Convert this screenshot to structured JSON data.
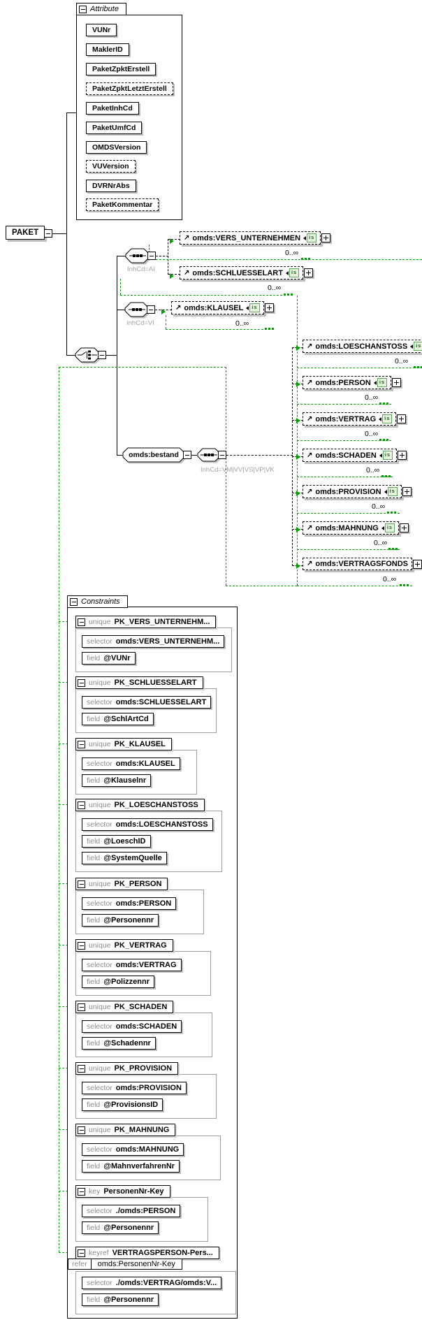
{
  "root": {
    "label": "PAKET"
  },
  "labels": {
    "selector": "selector",
    "field": "field",
    "refer": "refer"
  },
  "attributes_panel": {
    "title": "Attribute",
    "items": [
      {
        "label": "VUNr",
        "optional": false
      },
      {
        "label": "MaklerID",
        "optional": false
      },
      {
        "label": "PaketZpktErstell",
        "optional": false
      },
      {
        "label": "PaketZpktLetztErstell",
        "optional": true
      },
      {
        "label": "PaketInhCd",
        "optional": false
      },
      {
        "label": "PaketUmfCd",
        "optional": false
      },
      {
        "label": "OMDSVersion",
        "optional": false
      },
      {
        "label": "VUVersion",
        "optional": true
      },
      {
        "label": "DVRNrAbs",
        "optional": false
      },
      {
        "label": "PaketKommentar",
        "optional": true
      }
    ]
  },
  "branches": {
    "ai": {
      "label": "InhCd=AI",
      "elements": [
        {
          "name": "omds:VERS_UNTERNEHMEN",
          "badge": "is",
          "occurs": "0..∞"
        },
        {
          "name": "omds:SCHLUESSELART",
          "badge": "is",
          "occurs": "0..∞"
        }
      ]
    },
    "vi": {
      "label": "InhCd=VI",
      "elements": [
        {
          "name": "omds:KLAUSEL",
          "badge": "is",
          "occurs": "0..∞"
        }
      ]
    },
    "bestand": {
      "element": "omds:bestand",
      "label": "InhCd=VM|VV|VS|VP|VK",
      "elements": [
        {
          "name": "omds:LOESCHANSTOSS",
          "badge": "is",
          "occurs": "0..∞"
        },
        {
          "name": "omds:PERSON",
          "badge": "is",
          "occurs": "0..∞"
        },
        {
          "name": "omds:VERTRAG",
          "badge": "is",
          "occurs": "0..∞"
        },
        {
          "name": "omds:SCHADEN",
          "badge": "is",
          "occurs": "0..∞"
        },
        {
          "name": "omds:PROVISION",
          "badge": "is",
          "occurs": "0..∞"
        },
        {
          "name": "omds:MAHNUNG",
          "badge": "is",
          "occurs": "0..∞"
        },
        {
          "name": "omds:VERTRAGSFONDS",
          "badge": null,
          "occurs": "0..∞"
        }
      ]
    }
  },
  "constraints_panel": {
    "title": "Constraints",
    "items": [
      {
        "kind": "unique",
        "name": "PK_VERS_UNTERNEHM...",
        "selector": "omds:VERS_UNTERNEHM...",
        "fields": [
          "@VUNr"
        ]
      },
      {
        "kind": "unique",
        "name": "PK_SCHLUESSELART",
        "selector": "omds:SCHLUESSELART",
        "fields": [
          "@SchlArtCd"
        ]
      },
      {
        "kind": "unique",
        "name": "PK_KLAUSEL",
        "selector": "omds:KLAUSEL",
        "fields": [
          "@Klauselnr"
        ]
      },
      {
        "kind": "unique",
        "name": "PK_LOESCHANSTOSS",
        "selector": "omds:LOESCHANSTOSS",
        "fields": [
          "@LoeschID",
          "@SystemQuelle"
        ]
      },
      {
        "kind": "unique",
        "name": "PK_PERSON",
        "selector": "omds:PERSON",
        "fields": [
          "@Personennr"
        ]
      },
      {
        "kind": "unique",
        "name": "PK_VERTRAG",
        "selector": "omds:VERTRAG",
        "fields": [
          "@Polizzennr"
        ]
      },
      {
        "kind": "unique",
        "name": "PK_SCHADEN",
        "selector": "omds:SCHADEN",
        "fields": [
          "@Schadennr"
        ]
      },
      {
        "kind": "unique",
        "name": "PK_PROVISION",
        "selector": "omds:PROVISION",
        "fields": [
          "@ProvisionsID"
        ]
      },
      {
        "kind": "unique",
        "name": "PK_MAHNUNG",
        "selector": "omds:MAHNUNG",
        "fields": [
          "@MahnverfahrenNr"
        ]
      },
      {
        "kind": "key",
        "name": "PersonenNr-Key",
        "selector": "./omds:PERSON",
        "fields": [
          "@Personennr"
        ]
      },
      {
        "kind": "keyref",
        "name": "VERTRAGSPERSON-Pers...",
        "refer": "omds:PersonenNr-Key",
        "selector": "./omds:VERTRAG/omds:V...",
        "fields": [
          "@Personennr"
        ]
      }
    ]
  },
  "colors": {
    "constraint_line": "#00a000",
    "line": "#000000",
    "shadow": "#bfbfbf",
    "muted_label": "#8c8c8c",
    "badge_bg": "#e6f4dd",
    "badge_border": "#57a957"
  }
}
